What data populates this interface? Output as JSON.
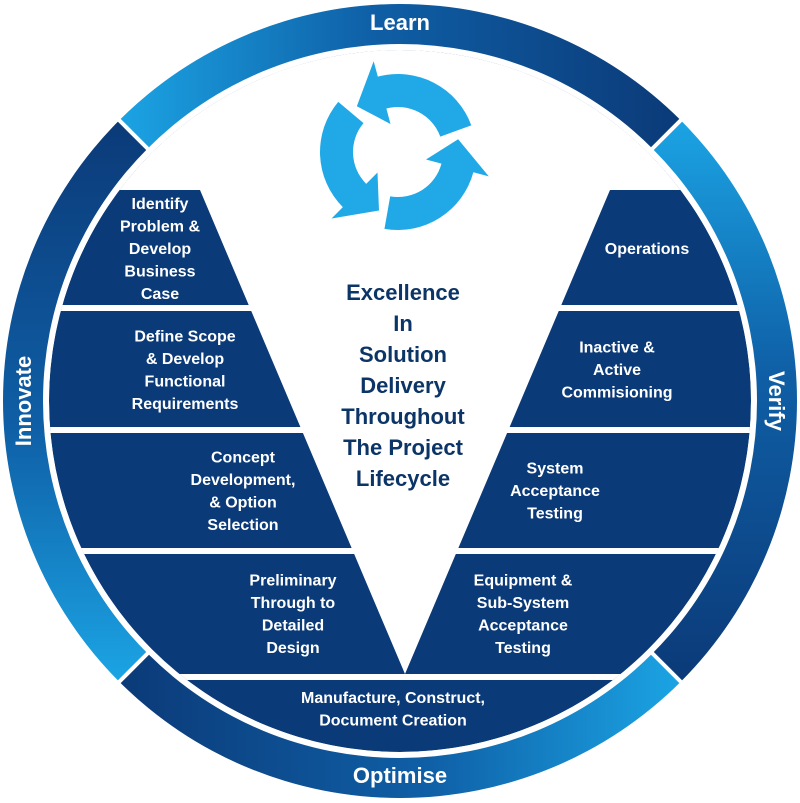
{
  "title": "Excellence In Solution Delivery Throughout The Project Lifecycle",
  "center_text": [
    "Excellence",
    "In",
    "Solution",
    "Delivery",
    "Throughout",
    "The Project",
    "Lifecycle"
  ],
  "ring": {
    "top": "Learn",
    "right": "Verify",
    "bottom": "Optimise",
    "left": "Innovate"
  },
  "left_phases": [
    {
      "lines": [
        "Identify",
        "Problem &",
        "Develop",
        "Business",
        "Case"
      ]
    },
    {
      "lines": [
        "Define Scope",
        "&  Develop",
        "Functional",
        "Requirements"
      ]
    },
    {
      "lines": [
        "Concept",
        "Development,",
        "& Option",
        "Selection"
      ]
    },
    {
      "lines": [
        "Preliminary",
        "Through to",
        "Detailed",
        "Design"
      ]
    }
  ],
  "right_phases": [
    {
      "lines": [
        "Operations"
      ]
    },
    {
      "lines": [
        "Inactive &",
        "Active",
        "Commisioning"
      ]
    },
    {
      "lines": [
        "System",
        "Acceptance",
        "Testing"
      ]
    },
    {
      "lines": [
        "Equipment &",
        "Sub-System",
        "Acceptance",
        "Testing"
      ]
    }
  ],
  "bottom_phase": {
    "lines": [
      "Manufacture,  Construct,",
      "Document Creation"
    ]
  },
  "icons": {
    "cycle": "recycle-arrows-icon"
  },
  "colors": {
    "navy": "#0b3a78",
    "light_blue": "#1ba4e4",
    "icon_blue": "#20a9e6",
    "center_text": "#0c3567"
  }
}
